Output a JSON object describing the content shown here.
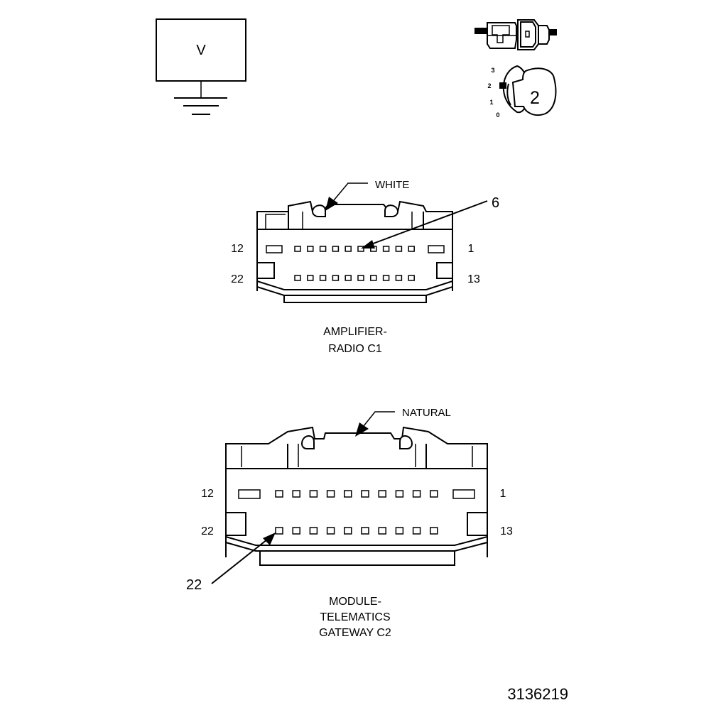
{
  "voltmeter": {
    "symbol": "V"
  },
  "ignition": {
    "positions": [
      "3",
      "2",
      "1",
      "0"
    ],
    "selected": "2"
  },
  "connector_c1": {
    "color_label": "WHITE",
    "callout_pin": "6",
    "label_line1": "AMPLIFIER-",
    "label_line2": "RADIO C1",
    "pin_top_left": "12",
    "pin_top_right": "1",
    "pin_bottom_left": "22",
    "pin_bottom_right": "13"
  },
  "connector_c2": {
    "color_label": "NATURAL",
    "callout_pin": "22",
    "label_line1": "MODULE-",
    "label_line2": "TELEMATICS",
    "label_line3": "GATEWAY C2",
    "pin_top_left": "12",
    "pin_top_right": "1",
    "pin_bottom_left": "22",
    "pin_bottom_right": "13"
  },
  "figure_number": "3136219"
}
